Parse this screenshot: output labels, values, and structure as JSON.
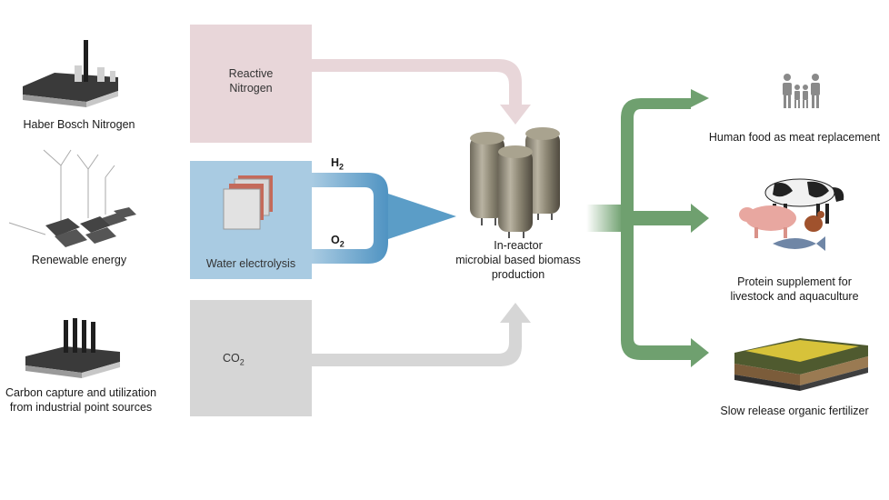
{
  "sources": {
    "haber_bosch": "Haber Bosch Nitrogen",
    "renewable": "Renewable energy",
    "carbon_capture_line1": "Carbon capture and utilization",
    "carbon_capture_line2": "from industrial point sources"
  },
  "inputs": {
    "reactive_nitrogen_line1": "Reactive",
    "reactive_nitrogen_line2": "Nitrogen",
    "water_electrolysis": "Water electrolysis",
    "h2_main": "H",
    "h2_sub": "2",
    "o2_main": "O",
    "o2_sub": "2",
    "co2_main": "CO",
    "co2_sub": "2"
  },
  "reactor": {
    "line1": "In-reactor",
    "line2": "microbial based biomass",
    "line3": "production"
  },
  "outputs": {
    "human_food": "Human food as meat replacement",
    "protein_line1": "Protein supplement for",
    "protein_line2": "livestock and aquaculture",
    "fertilizer": "Slow release organic fertilizer"
  },
  "colors": {
    "nitrogen_box": "#e8d6d9",
    "nitrogen_arrow": "#e8d6d9",
    "electrolysis_box": "#a9cbe2",
    "electrolysis_arrow": "#5b9dc7",
    "co2_box": "#d6d6d6",
    "co2_arrow": "#d6d6d6",
    "output_arrow": "#6fa06f"
  }
}
